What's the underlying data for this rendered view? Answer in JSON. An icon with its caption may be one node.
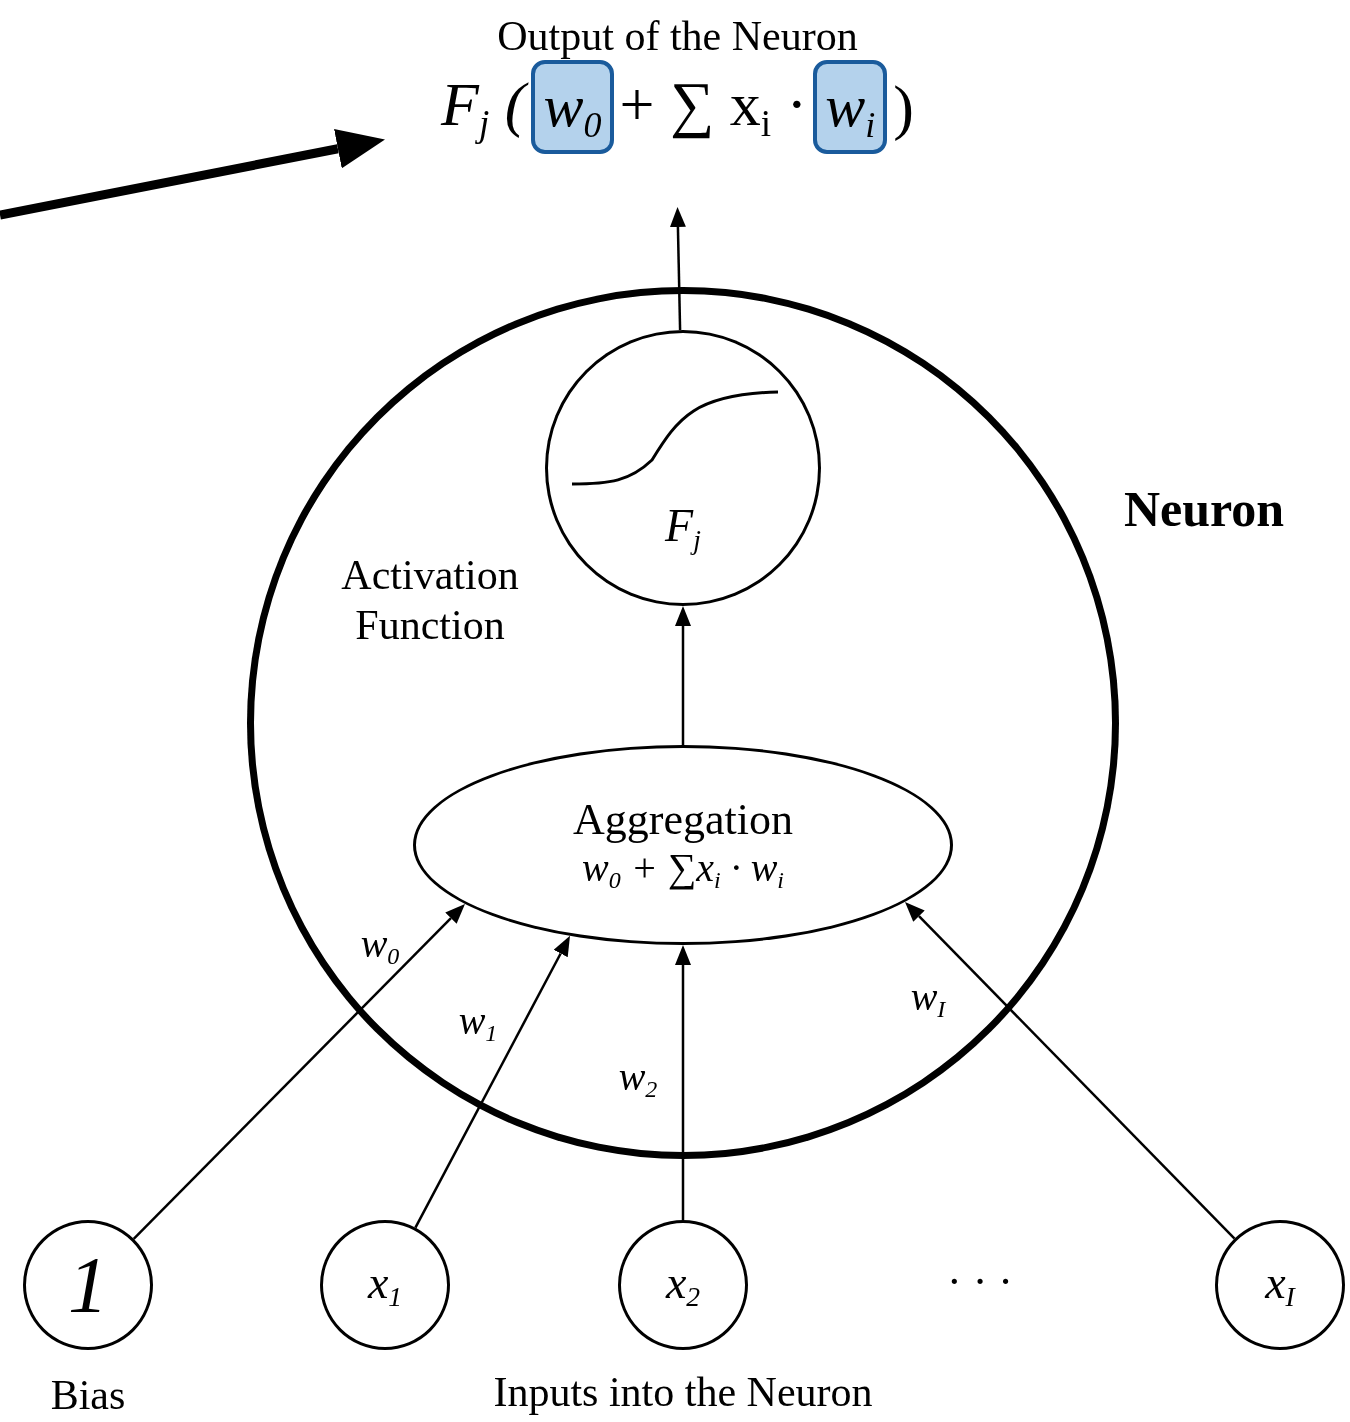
{
  "diagram": {
    "nodes": [
      {
        "text": [
          "Neuron"
        ]
      },
      {
        "text": [
          "F$_{j}$"
        ],
        "in": 0,
        "beside": [
          "Activation Function"
        ]
      },
      {
        "text": [
          "Aggregation",
          "w$_{0}$ + ∑x$_{i}$ · w$_{i}$"
        ],
        "in": 0
      },
      {
        "text": [
          "Output of the Neuron",
          "F$_{j}$ (",
          "+ ∑ x$_{i}$ ·",
          ")"
        ]
      },
      {
        "text": [
          "w$_{0}$"
        ],
        "in": 3
      },
      {
        "text": [
          "w$_{i}$"
        ],
        "in": 3
      },
      {
        "text": [
          "1"
        ],
        "beside": [
          "Bias"
        ]
      },
      {
        "text": [
          "x$_{1}$"
        ]
      },
      {
        "text": [
          "x$_{2}$"
        ]
      },
      {
        "text": [
          "x$_{I}$"
        ]
      }
    ],
    "edges": [
      {
        "from": 6,
        "to": 2,
        "arrow": "to",
        "label": "w$_{0}$"
      },
      {
        "from": 7,
        "to": 2,
        "arrow": "to",
        "label": "w$_{1}$"
      },
      {
        "from": 8,
        "to": 2,
        "arrow": "to",
        "label": "w$_{2}$"
      },
      {
        "from": 9,
        "to": 2,
        "arrow": "to",
        "label": "w$_{I}$"
      },
      {
        "from": 2,
        "to": 1,
        "arrow": "to"
      },
      {
        "from": 1,
        "to": 3,
        "arrow": "to"
      },
      {
        "from": null,
        "to": 3,
        "arrow": "to",
        "style": "thick"
      }
    ],
    "labels": [
      "· · ·",
      "Inputs into the Neuron"
    ]
  }
}
